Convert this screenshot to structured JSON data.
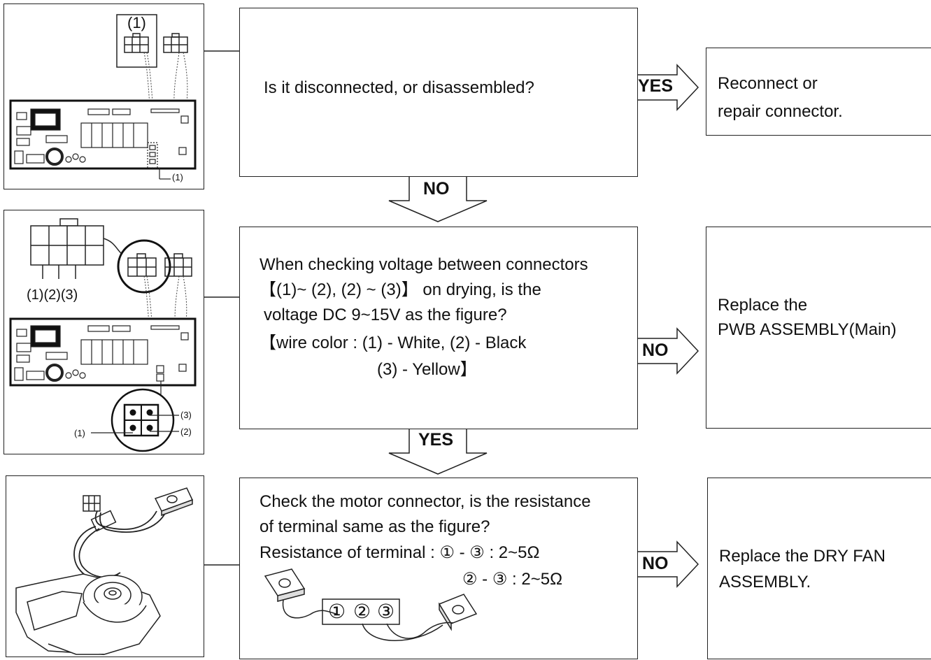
{
  "row1": {
    "figure_label_top": "(1)",
    "figure_label_bottom": "(1)",
    "question": "Is it disconnected, or disassembled?",
    "yes_label": "YES",
    "no_label": "NO",
    "action_lines": [
      "Reconnect or",
      "repair connector."
    ]
  },
  "row2": {
    "figure_labels": [
      "(1)(2)(3)",
      "(3)",
      "(2)",
      "(1)"
    ],
    "question_lines": [
      "When checking voltage between connectors",
      "【(1)~ (2), (2) ~ (3)】 on drying, is the",
      "voltage DC 9~15V as the figure?",
      "【wire color : (1) - White, (2) - Black",
      "(3) - Yellow】"
    ],
    "no_label": "NO",
    "yes_label": "YES",
    "action_lines": [
      "Replace the",
      "PWB ASSEMBLY(Main)"
    ]
  },
  "row3": {
    "question_lines": [
      "Check the motor connector, is the resistance",
      "of terminal same as the figure?",
      "Resistance of terminal : ① - ③ : 2~5Ω",
      "② - ③ : 2~5Ω"
    ],
    "terminal_labels": [
      "①",
      "②",
      "③"
    ],
    "no_label": "NO",
    "action_lines": [
      "Replace the DRY FAN",
      "ASSEMBLY."
    ]
  }
}
